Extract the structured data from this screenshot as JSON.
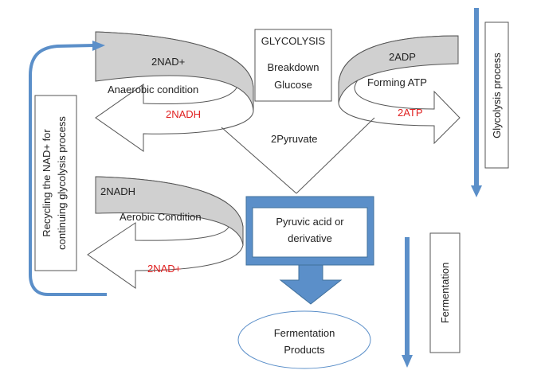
{
  "glycolysis_box": {
    "title": "GLYCOLYSIS",
    "line1": "Breakdown",
    "line2": "Glucose"
  },
  "pyruvate": {
    "label": "2Pyruvate"
  },
  "pyruvic_box": {
    "line1": "Pyruvic acid or",
    "line2": "derivative"
  },
  "fermentation_products": {
    "line1": "Fermentation",
    "line2": "Products"
  },
  "anaerobic_arrow": {
    "top_label": "2NAD+",
    "condition": "Anaerobic condition",
    "bottom_label": "2NADH"
  },
  "atp_arrow": {
    "top_label": "2ADP",
    "condition": "Forming ATP",
    "bottom_label": "2ATP"
  },
  "aerobic_arrow": {
    "top_label": "2NADH",
    "condition": "Aerobic Condition",
    "bottom_label": "2NAD+"
  },
  "side_labels": {
    "glycolysis_process": "Glycolysis process",
    "fermentation": "Fermentation",
    "recycling_line1": "Recycling the NAD+ for",
    "recycling_line2": "continuing glycolysis process"
  },
  "colors": {
    "blue": "#5b8fc9",
    "blue_dark": "#41719c",
    "grey_fill": "#d0d0d0",
    "red_text": "#e02020",
    "outline": "#555555"
  }
}
